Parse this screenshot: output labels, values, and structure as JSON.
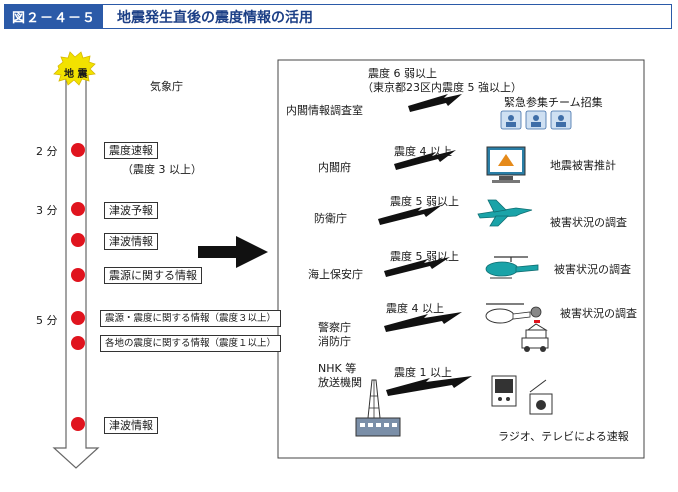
{
  "title": {
    "figure_no": "図２－４－５",
    "text": "地震発生直後の震度情報の活用"
  },
  "timeline": {
    "badge": "地 震",
    "agency": "気象庁",
    "minutes": {
      "m2": "2 分",
      "m3": "3 分",
      "m5": "5 分"
    },
    "items": {
      "sokuho": "震度速報",
      "sokuho_note": "（震度 3 以上）",
      "tsunami_yoho": "津波予報",
      "tsunami_joho1": "津波情報",
      "shingen": "震源に関する情報",
      "shingen_shindo": "震源・震度に関する情報（震度３以上）",
      "kakuchi": "各地の震度に関する情報（震度１以上）",
      "tsunami_joho2": "津波情報"
    }
  },
  "flows": {
    "cabinet_office_secretariat": {
      "agency": "内閣情報調査室",
      "cond1": "震度 6 弱以上",
      "cond2": "（東京都23区内震度 5 強以上）",
      "action": "緊急参集チーム招集"
    },
    "cabinet_office": {
      "agency": "内閣府",
      "cond": "震度 4 以上",
      "action": "地震被害推計"
    },
    "defense": {
      "agency": "防衛庁",
      "cond": "震度 5 弱以上",
      "action": "被害状況の調査"
    },
    "coast_guard": {
      "agency": "海上保安庁",
      "cond": "震度 5 弱以上",
      "action": "被害状況の調査"
    },
    "police_fire": {
      "agency1": "警察庁",
      "agency2": "消防庁",
      "cond": "震度 4 以上",
      "action": "被害状況の調査"
    },
    "broadcast": {
      "agency1": "NHK 等",
      "agency2": "放送機関",
      "cond": "震度 1 以上",
      "action": "ラジオ、テレビによる速報"
    }
  },
  "colors": {
    "accent": "#2b5aa8",
    "dot": "#e0141e",
    "badge": "#f2e200",
    "teal": "#1aa3a8",
    "screen": "#2a7ea6"
  }
}
